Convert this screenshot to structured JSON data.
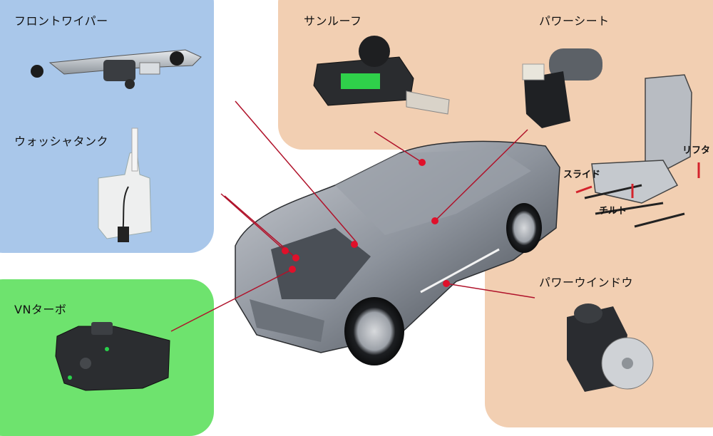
{
  "panels": {
    "front_wiper": "フロントワイパー",
    "washer_tank": "ウォッシャタンク",
    "vn_turbo": "VNターボ",
    "sunroof": "サンルーフ",
    "power_seat": "パワーシート",
    "power_window": "パワーウインドウ"
  },
  "seat_labels": {
    "slide": "スライド",
    "tilt": "チルト",
    "lifter": "リフタ"
  },
  "colors": {
    "blue_panel": "#a9c7ea",
    "green_panel": "#6ee36e",
    "peach_panel": "#f2cfb2",
    "pointer": "#b0122a",
    "marker": "#e0102a"
  }
}
